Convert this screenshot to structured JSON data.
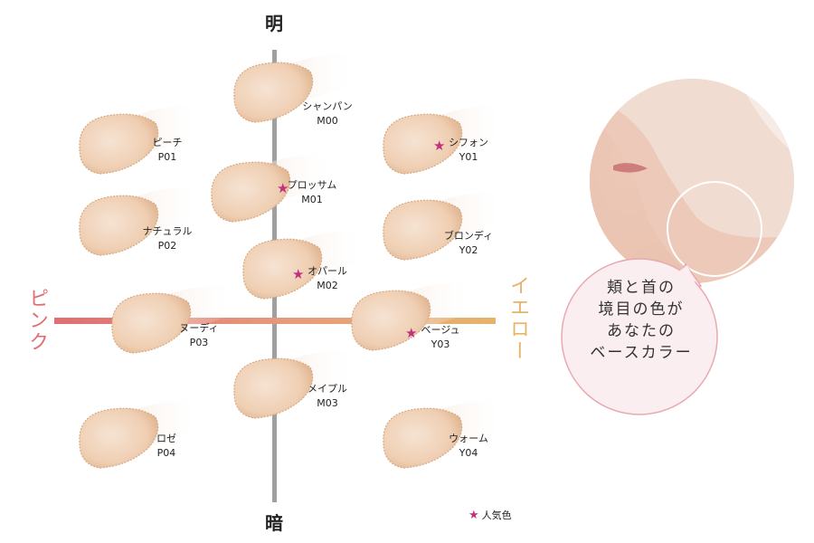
{
  "axes": {
    "top": "明",
    "bottom": "暗",
    "left": "ピンク",
    "right": "イエロー"
  },
  "colors": {
    "pink_axis": "#e06d72",
    "yellow_axis": "#e7b36a",
    "vertical_axis": "#999999",
    "popular_star": "#c0317f",
    "bubble_fill": "#fbeef0",
    "bubble_stroke": "#e9a9b1"
  },
  "shades": [
    {
      "name": "シャンパン",
      "code": "M00",
      "popular": false
    },
    {
      "name": "ピーチ",
      "code": "P01",
      "popular": false
    },
    {
      "name": "シフォン",
      "code": "Y01",
      "popular": true
    },
    {
      "name": "プロッサム",
      "code": "M01",
      "popular": true
    },
    {
      "name": "ナチュラル",
      "code": "P02",
      "popular": false
    },
    {
      "name": "ブロンディ",
      "code": "Y02",
      "popular": false
    },
    {
      "name": "オパール",
      "code": "M02",
      "popular": true
    },
    {
      "name": "ヌーディ",
      "code": "P03",
      "popular": false
    },
    {
      "name": "ベージュ",
      "code": "Y03",
      "popular": true
    },
    {
      "name": "メイプル",
      "code": "M03",
      "popular": false
    },
    {
      "name": "ロゼ",
      "code": "P04",
      "popular": false
    },
    {
      "name": "ウォーム",
      "code": "Y04",
      "popular": false
    }
  ],
  "legend": {
    "label": "人気色"
  },
  "bubble": {
    "lines": [
      "頬と首の",
      "境目の色が",
      "あなたの",
      "ベースカラー"
    ]
  },
  "icons": {
    "popular": "star-icon"
  }
}
